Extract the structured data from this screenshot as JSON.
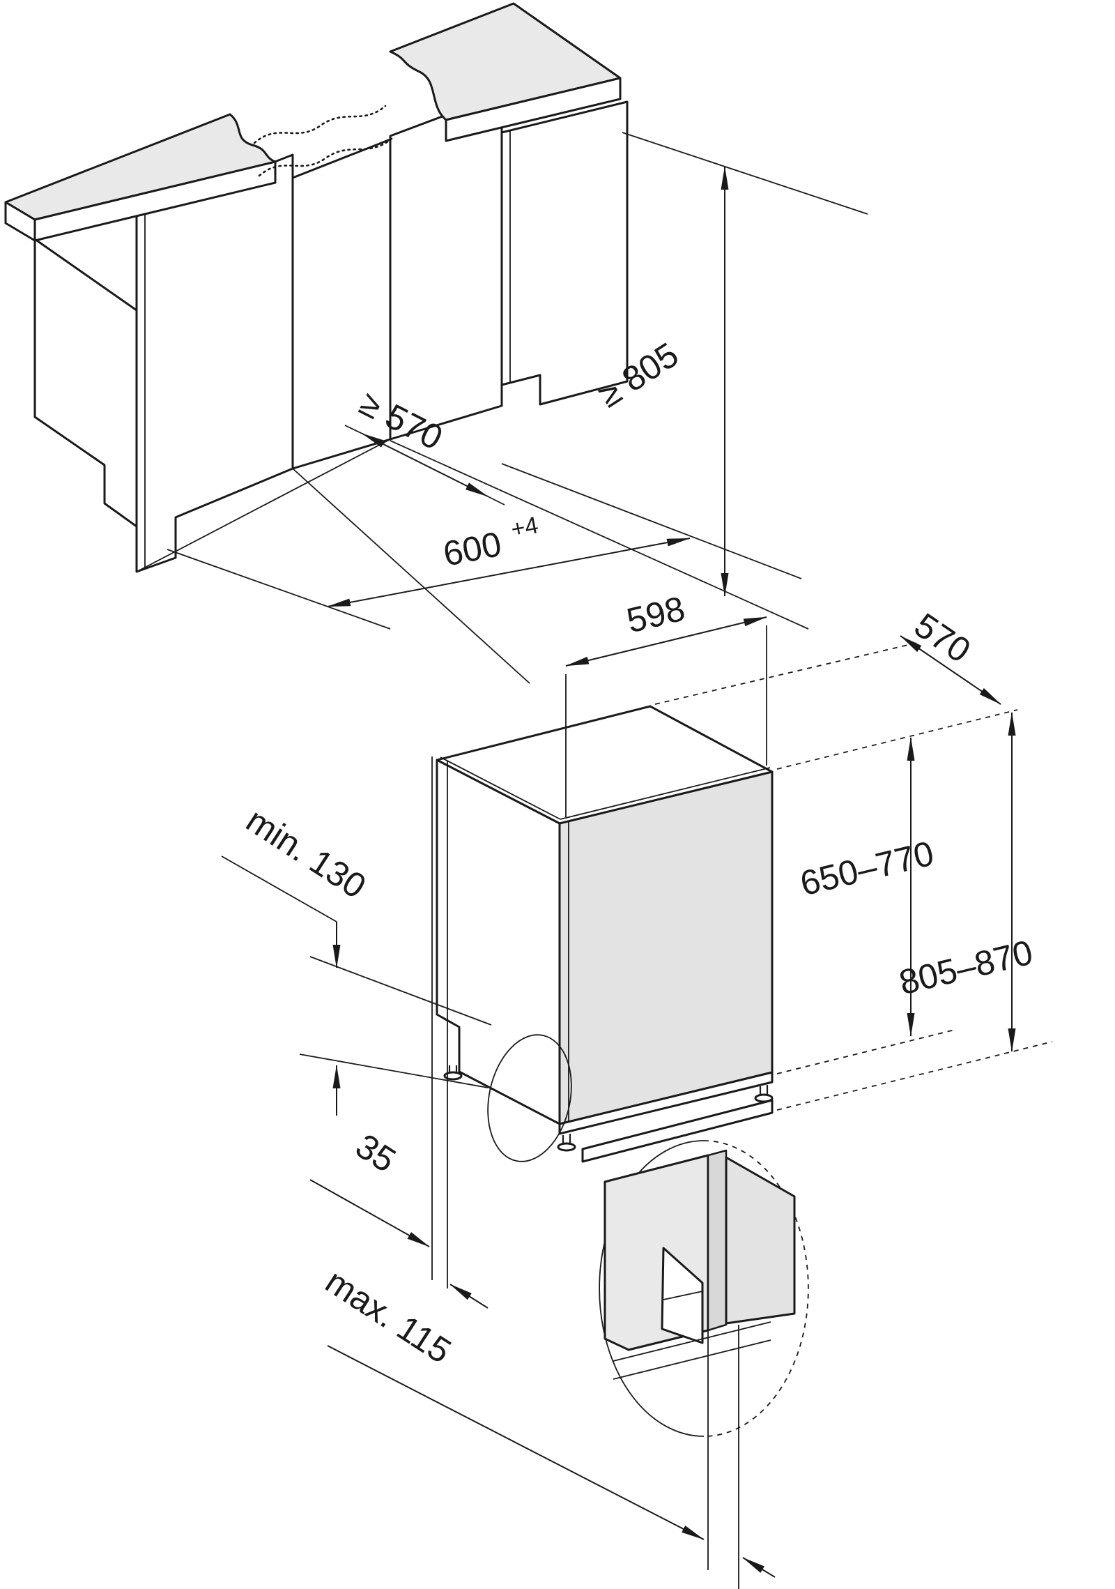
{
  "figure": {
    "kind": "appliance built-in niche installation drawing",
    "views": [
      "kitchen niche with torn-away countertop",
      "appliance body with detail callout of plinth recess"
    ]
  },
  "colors": {
    "background": "#ffffff",
    "line": "#1a1a1a",
    "countertop_surface": "#e9e9e9",
    "door_panel": "#e3e3e3",
    "door_edge": "#d8d8d8"
  },
  "top_diagram": {
    "labels": {
      "niche_height": "≥ 805",
      "niche_depth": "≥ 570",
      "niche_width": "600",
      "niche_width_tolerance": "+4"
    }
  },
  "bottom_diagram": {
    "labels": {
      "appliance_width": "598",
      "appliance_depth": "570",
      "side_clearance": "min. 130",
      "door_height_range": "650–770",
      "appliance_height_range": "805–870",
      "plinth_recess_depth": "35",
      "plinth_recess_height": "max. 115"
    }
  }
}
